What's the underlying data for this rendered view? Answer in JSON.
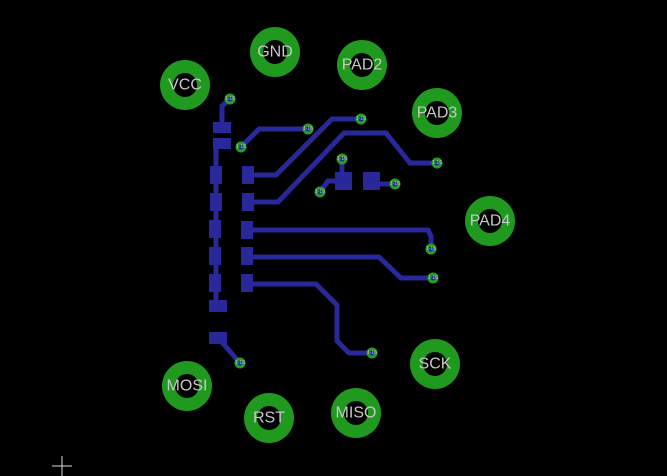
{
  "colors": {
    "background": "#000000",
    "pad": "#1f9a1f",
    "trace": "#28289a",
    "via": "#23a023"
  },
  "pads": [
    {
      "label": "VCC"
    },
    {
      "label": "GND"
    },
    {
      "label": "PAD2"
    },
    {
      "label": "PAD3"
    },
    {
      "label": "PAD4"
    },
    {
      "label": "SCK"
    },
    {
      "label": "MISO"
    },
    {
      "label": "RST"
    },
    {
      "label": "MOSI"
    }
  ],
  "via_label": "1-16"
}
